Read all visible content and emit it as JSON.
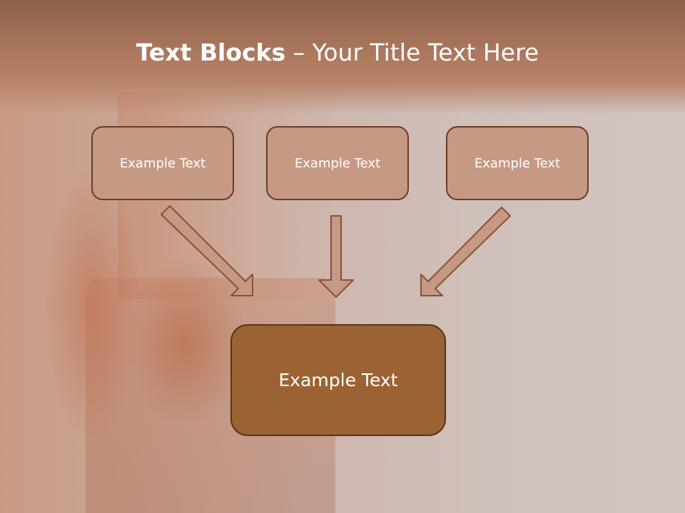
{
  "slide": {
    "title_bold": "Text Blocks",
    "title_rest": " – Your Title Text Here"
  },
  "blocks": [
    {
      "label": "Example Text"
    },
    {
      "label": "Example Text"
    },
    {
      "label": "Example Text"
    }
  ],
  "target": {
    "label": "Example Text"
  },
  "colors": {
    "header": "#a57258",
    "block_fill": "#c69985",
    "block_border": "#6b3c24",
    "target_fill": "#9b6333",
    "arrow_fill": "#c69985",
    "arrow_stroke": "#8a5035"
  }
}
